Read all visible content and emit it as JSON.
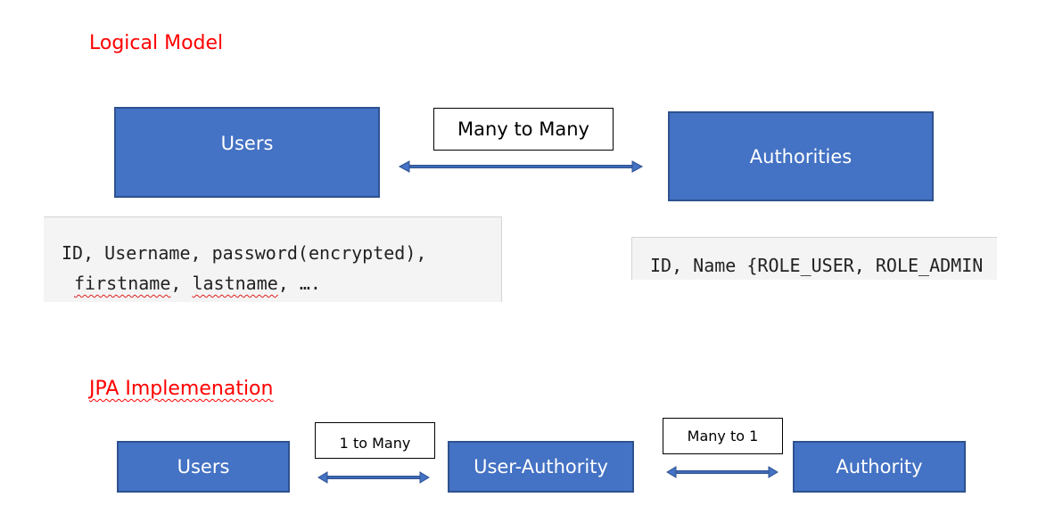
{
  "logical_model": {
    "title": "Logical Model",
    "users_label": "Users",
    "authorities_label": "Authorities",
    "relationship_label": "Many to Many",
    "users_attributes_line1": "ID, Username, password(encrypted),",
    "users_attributes_line2_a": "firstname",
    "users_attributes_line2_sep": ", ",
    "users_attributes_line2_b": "lastname",
    "users_attributes_line2_c": ", ….",
    "authorities_attributes": "ID, Name {ROLE_USER, ROLE_ADMIN"
  },
  "jpa_implementation": {
    "title": "JPA Implemenation",
    "users_label": "Users",
    "user_authority_label": "User-Authority",
    "authority_label": "Authority",
    "rel1_label": "1 to Many",
    "rel2_label": "Many to 1"
  },
  "colors": {
    "entity_fill": "#4472c4",
    "entity_border": "#2f528f",
    "title_color": "#ff0000",
    "arrow_color": "#2f528f"
  }
}
